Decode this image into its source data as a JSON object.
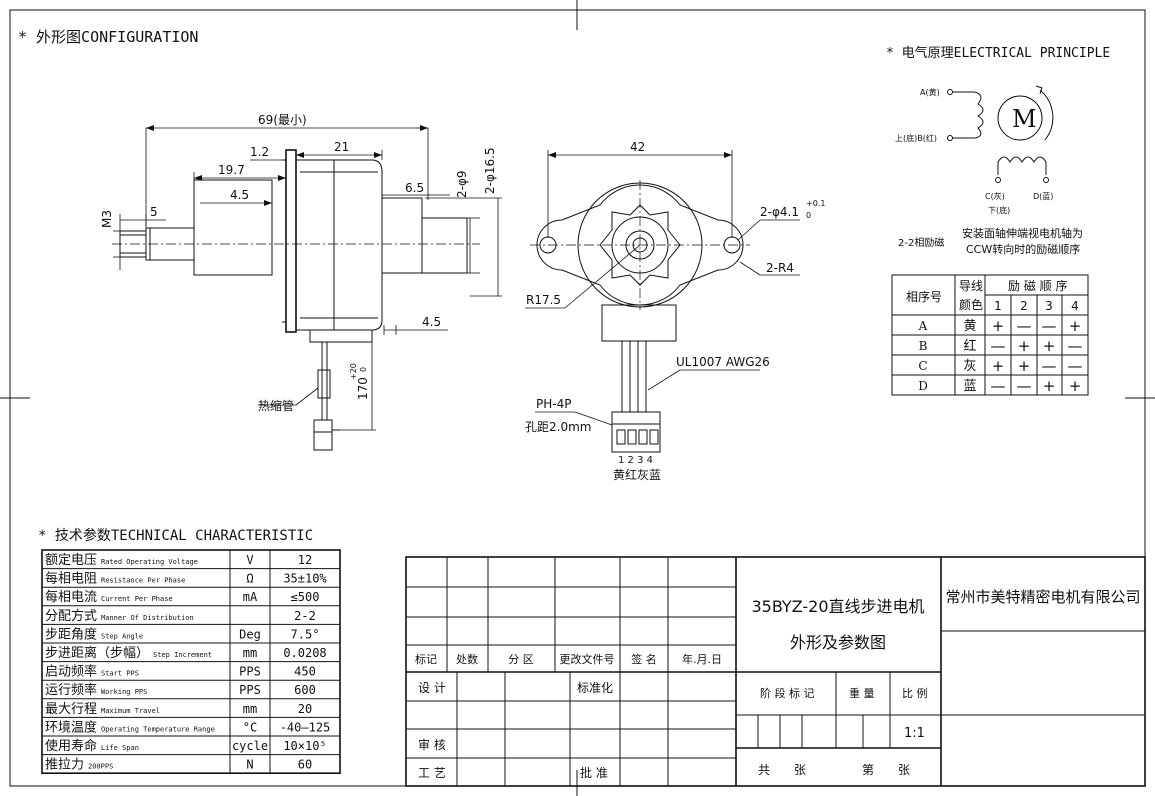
{
  "titles": {
    "configuration": "* 外形图CONFIGURATION",
    "electrical": "* 电气原理ELECTRICAL PRINCIPLE",
    "technical": "* 技术参数TECHNICAL CHARACTERISTIC"
  },
  "side_view": {
    "dim_69": "69(最小)",
    "dim_21": "21",
    "dim_1_2": "1.2",
    "dim_19_7": "19.7",
    "dim_4_5_top": "4.5",
    "dim_5": "5",
    "dim_m3": "M3",
    "dim_6_5": "6.5",
    "dim_phi9": "2-φ9",
    "dim_phi16_5": "2-φ16.5",
    "dim_4_5_bottom": "4.5",
    "dim_170": "170",
    "dim_170_tol": "+20",
    "dim_170_tol2": "0",
    "heat_shrink": "热缩管"
  },
  "front_view": {
    "dim_42": "42",
    "hole": "2-φ4.1",
    "hole_tol_up": "+0.1",
    "hole_tol_down": "0",
    "radius_r4": "2-R4",
    "radius_r17_5": "R17.5",
    "wire": "UL1007 AWG26",
    "connector": "PH-4P",
    "pitch": "孔距2.0mm",
    "pins": "1 2 3 4",
    "pin_colors": "黄红灰蓝"
  },
  "electrical": {
    "a_label": "A(黄)",
    "top_label": "上(底)B(红)",
    "motor": "M",
    "c_label": "C(灰)",
    "d_label": "D(蓝)",
    "bottom_label": "下(底)",
    "excitation": "2-2相励磁",
    "note_line1": "安装面轴伸端视电机轴为",
    "note_line2": "CCW转向时的励磁顺序"
  },
  "phase_table": {
    "phase_header": "相序号",
    "wire_header_1": "导线",
    "wire_header_2": "颜色",
    "sequence_header": "励 磁 顺 序",
    "steps": [
      "1",
      "2",
      "3",
      "4"
    ],
    "rows": [
      {
        "phase": "A",
        "color": "黄",
        "signs": [
          "+",
          "—",
          "—",
          "+"
        ]
      },
      {
        "phase": "B",
        "color": "红",
        "signs": [
          "—",
          "+",
          "+",
          "—"
        ]
      },
      {
        "phase": "C",
        "color": "灰",
        "signs": [
          "+",
          "+",
          "—",
          "—"
        ]
      },
      {
        "phase": "D",
        "color": "蓝",
        "signs": [
          "—",
          "—",
          "+",
          "+"
        ]
      }
    ]
  },
  "tech_table": [
    {
      "cn": "额定电压",
      "en": "Rated Operating Voltage",
      "unit": "V",
      "value": "12"
    },
    {
      "cn": "每相电阻",
      "en": "Resistance Per Phase",
      "unit": "Ω",
      "value": "35±10%"
    },
    {
      "cn": "每相电流",
      "en": "Current Per Phase",
      "unit": "mA",
      "value": "≤500"
    },
    {
      "cn": "分配方式",
      "en": "Manner Of Distribution",
      "unit": "",
      "value": "2-2"
    },
    {
      "cn": "步距角度",
      "en": "Step Angle",
      "unit": "Deg",
      "value": "7.5°"
    },
    {
      "cn": "步进距离（步幅）",
      "en": "Step Increment",
      "unit": "mm",
      "value": "0.0208"
    },
    {
      "cn": "启动频率",
      "en": "Start PPS",
      "unit": "PPS",
      "value": "450"
    },
    {
      "cn": "运行频率",
      "en": "Working PPS",
      "unit": "PPS",
      "value": "600"
    },
    {
      "cn": "最大行程",
      "en": "Maximum Travel",
      "unit": "mm",
      "value": "20"
    },
    {
      "cn": "环境温度",
      "en": "Operating Temperature Range",
      "unit": "°C",
      "value": "-40—125"
    },
    {
      "cn": "使用寿命",
      "en": "Life Span",
      "unit": "cycle",
      "value": "10×10⁵"
    },
    {
      "cn": "推拉力",
      "en": "200PPS",
      "unit": "N",
      "value": "60"
    }
  ],
  "title_block": {
    "rev_headers": [
      "标记",
      "处数",
      "分 区",
      "更改文件号",
      "签 名",
      "年.月.日"
    ],
    "design": "设 计",
    "standard": "标准化",
    "review": "审 核",
    "process": "工 艺",
    "approve": "批 准",
    "product_line1": "35BYZ-20直线步进电机",
    "product_line2": "外形及参数图",
    "company": "常州市美特精密电机有限公司",
    "stage_mark": "阶 段 标 记",
    "weight": "重 量",
    "scale": "比 例",
    "scale_value": "1:1",
    "total_sheets": "共　　张",
    "sheet_no": "第　　张"
  }
}
